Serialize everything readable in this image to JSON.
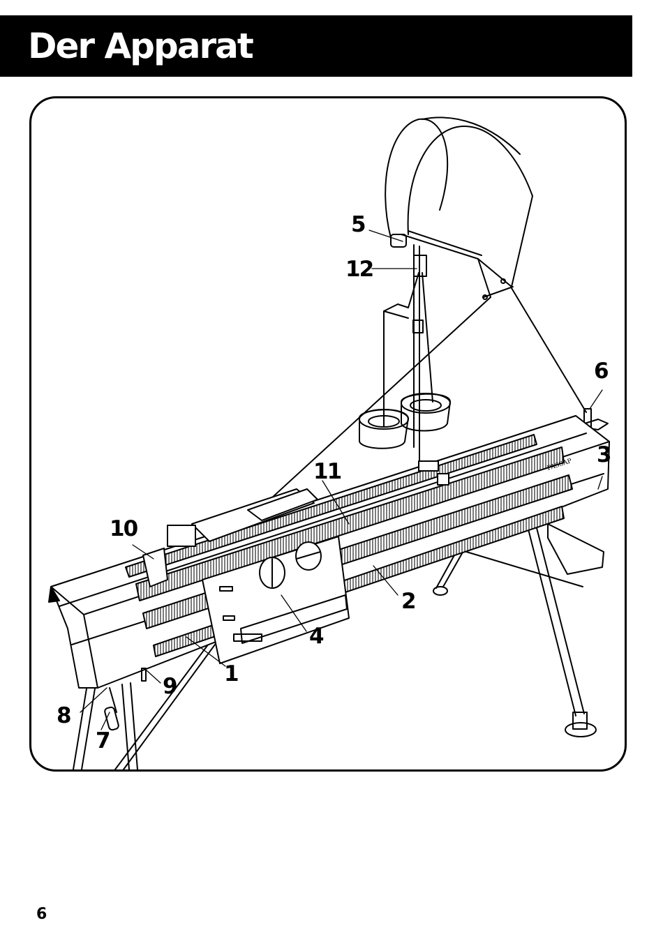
{
  "header": {
    "title": "Der Apparat"
  },
  "figure": {
    "callouts": [
      "1",
      "2",
      "3",
      "4",
      "5",
      "6",
      "7",
      "8",
      "9",
      "10",
      "11",
      "12"
    ],
    "brand_label": "PASSAP"
  },
  "footer": {
    "page_number": "6"
  }
}
